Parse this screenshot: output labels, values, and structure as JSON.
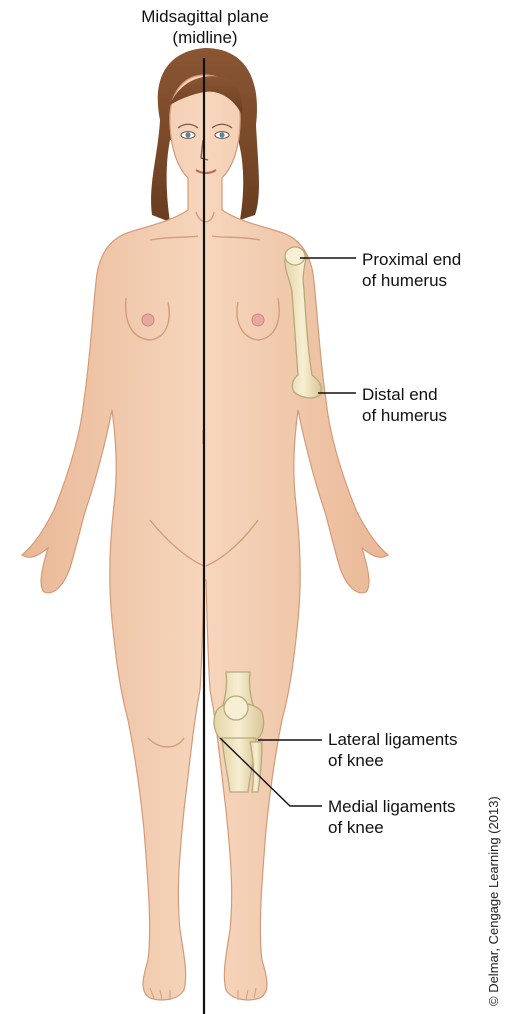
{
  "diagram": {
    "title_line1": "Midsagittal plane",
    "title_line2": "(midline)",
    "labels": {
      "proximal_line1": "Proximal end",
      "proximal_line2": "of humerus",
      "distal_line1": "Distal end",
      "distal_line2": "of humerus",
      "lateral_line1": "Lateral ligaments",
      "lateral_line2": "of knee",
      "medial_line1": "Medial ligaments",
      "medial_line2": "of knee"
    },
    "credit": "© Delmar, Cengage Learning (2013)",
    "colors": {
      "skin": "#f3cdb0",
      "skin_shadow": "#e2ab8a",
      "hair": "#7a4a2a",
      "bone": "#efe3bd",
      "bone_outline": "#b9a878",
      "line": "#111111"
    }
  }
}
